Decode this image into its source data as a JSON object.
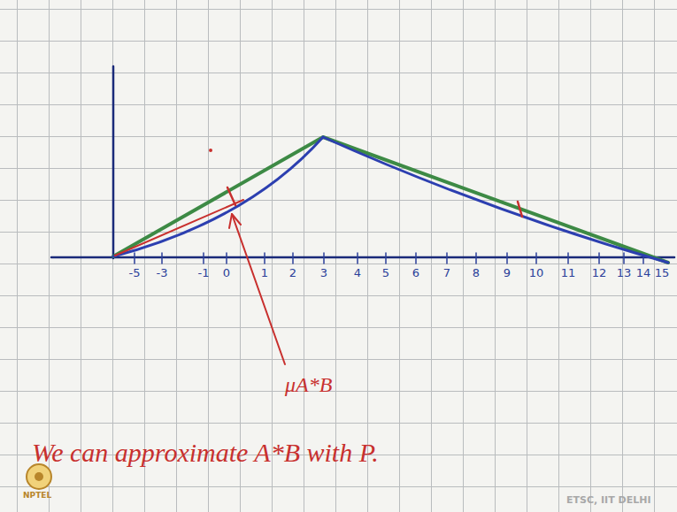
{
  "diagram": {
    "labels": [
      "-5",
      "-3",
      "-1",
      "0",
      "1",
      "2",
      "3",
      "4",
      "5",
      "6",
      "7",
      "8",
      "9",
      "10",
      "11",
      "12",
      "13",
      "14",
      "15",
      "μA*B",
      "We can approximate A*B with P.",
      "NPTEL",
      "ETSC, IIT DELHI"
    ]
  }
}
